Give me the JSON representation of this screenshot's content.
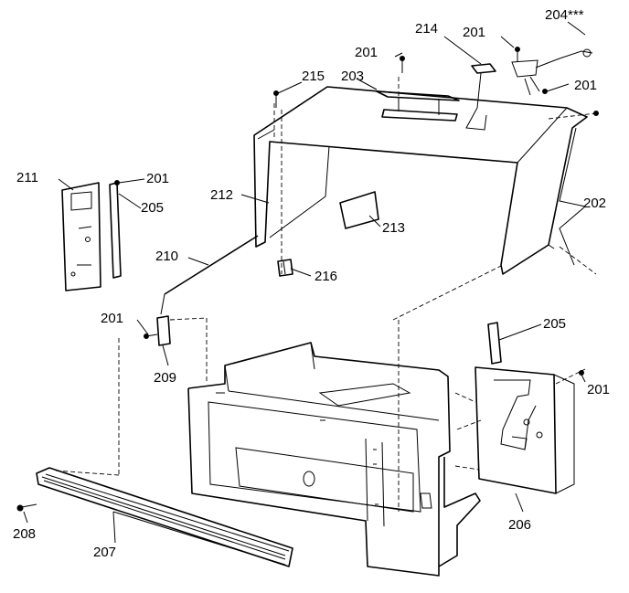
{
  "labels": {
    "l201a": "201",
    "l204": "204***",
    "l214": "214",
    "l201b": "201",
    "l203": "203",
    "l215": "215",
    "l201c": "201",
    "l211": "211",
    "l201d": "201",
    "l205a": "205",
    "l212": "212",
    "l213": "213",
    "l202": "202",
    "l210": "210",
    "l216": "216",
    "l201e": "201",
    "l209": "209",
    "l205b": "205",
    "l201f": "201",
    "l206": "206",
    "l208": "208",
    "l207": "207"
  }
}
